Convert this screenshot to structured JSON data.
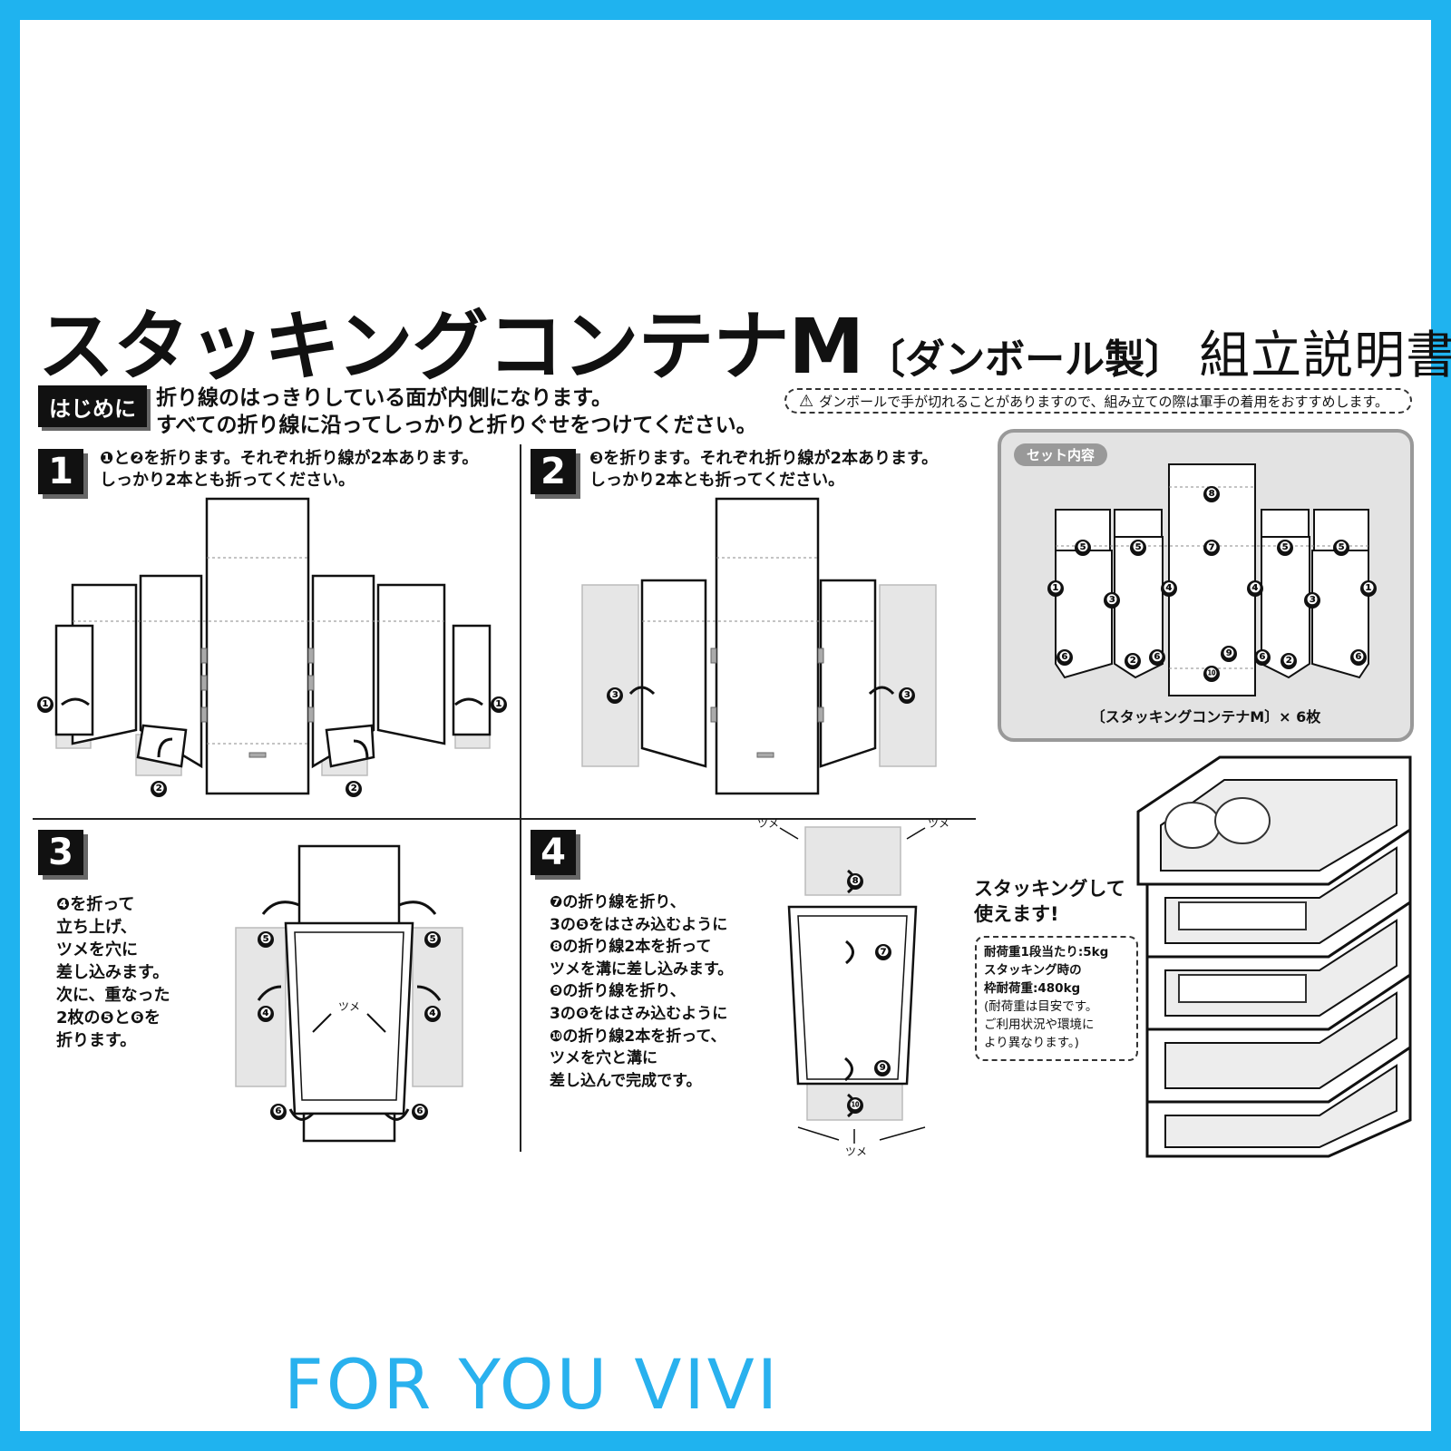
{
  "title": {
    "main": "スタッキングコンテナM",
    "sub": "〔ダンボール製〕",
    "tail": "組立説明書"
  },
  "intro": {
    "tag": "はじめに",
    "lines": [
      "折り線のはっきりしている面が内側になります。",
      "すべての折り線に沿ってしっかりと折りぐせをつけてください。"
    ]
  },
  "caution": "ダンボールで手が切れることがありますので、組み立ての際は軍手の着用をおすすめします。",
  "steps": [
    {
      "num": "1",
      "lines": [
        "❶と❷を折ります。それぞれ折り線が2本あります。",
        "しっかり2本とも折ってください。"
      ]
    },
    {
      "num": "2",
      "lines": [
        "❸を折ります。それぞれ折り線が2本あります。",
        "しっかり2本とも折ってください。"
      ]
    },
    {
      "num": "3",
      "lines": [
        "❹を折って",
        "立ち上げ、",
        "ツメを穴に",
        "差し込みます。",
        "次に、重なった",
        "2枚の❺と❻を",
        "折ります。"
      ]
    },
    {
      "num": "4",
      "lines": [
        "❼の折り線を折り、",
        "3の❺をはさみ込むように",
        "❽の折り線2本を折って",
        "ツメを溝に差し込みます。",
        "❾の折り線を折り、",
        "3の❻をはさみ込むように",
        "❿の折り線2本を折って、",
        "ツメを穴と溝に",
        "差し込んで完成です。"
      ]
    }
  ],
  "set_contents": {
    "tag": "セット内容",
    "caption": "〔スタッキングコンテナM〕× 6枚"
  },
  "diagram_labels": {
    "n1": "❶",
    "n2": "❷",
    "n3": "❸",
    "n4": "❹",
    "n5": "❺",
    "n6": "❻",
    "n7": "❼",
    "n8": "❽",
    "n9": "❾",
    "n10": "❿",
    "tsume": "ツメ"
  },
  "stacking": {
    "title_lines": [
      "スタッキングして",
      "使えます!"
    ],
    "spec_bold": [
      "耐荷重1段当たり:5kg",
      "スタッキング時の",
      "枠耐荷重:480kg"
    ],
    "spec_note": [
      "(耐荷重は目安です。",
      "ご利用状況や環境に",
      "より異なります。)"
    ]
  },
  "brand": "FOR YOU VIVI",
  "colors": {
    "border": "#1fb3ef",
    "brand": "#29b1ee",
    "ink": "#111111",
    "panel": "#e3e3e3"
  }
}
